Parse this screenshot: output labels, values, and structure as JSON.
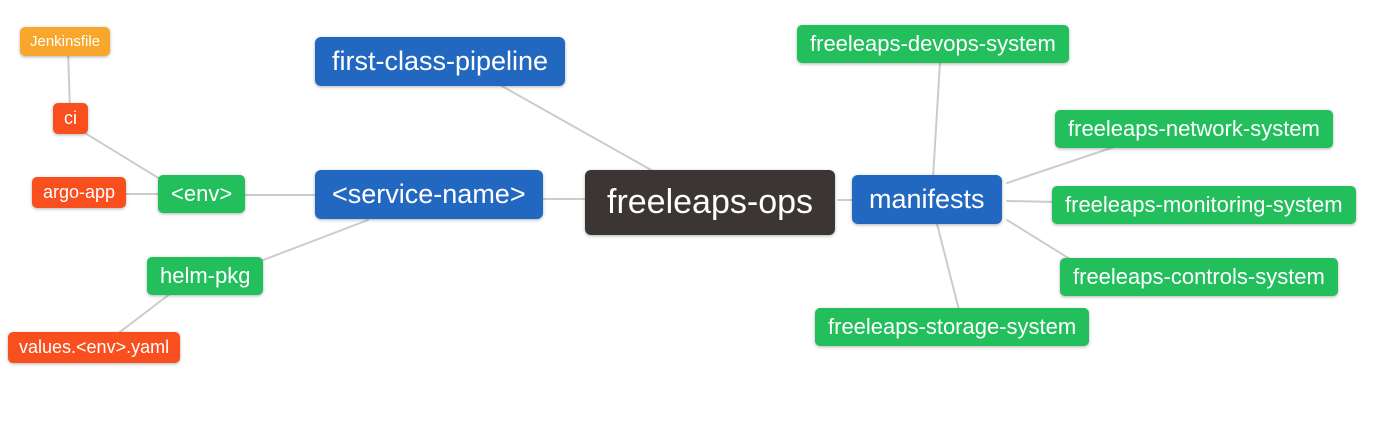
{
  "diagram": {
    "type": "mindmap",
    "background": "#ffffff",
    "connector_color": "#cccccc",
    "palette": {
      "root": "#3b3634",
      "branch_blue": "#2368c0",
      "green": "#22bf5c",
      "orange": "#f9a72c",
      "red_orange": "#f94e1e",
      "text": "#ffffff"
    },
    "nodes": {
      "root": {
        "label": "freeleaps-ops"
      },
      "first_class_pipeline": {
        "label": "first-class-pipeline"
      },
      "service_name": {
        "label": "<service-name>"
      },
      "manifests": {
        "label": "manifests"
      },
      "env": {
        "label": "<env>"
      },
      "helm_pkg": {
        "label": "helm-pkg"
      },
      "ci": {
        "label": "ci"
      },
      "jenkinsfile": {
        "label": "Jenkinsfile"
      },
      "argo_app": {
        "label": "argo-app"
      },
      "values_env_yaml": {
        "label": "values.<env>.yaml"
      },
      "devops_system": {
        "label": "freeleaps-devops-system"
      },
      "network_system": {
        "label": "freeleaps-network-system"
      },
      "monitoring_system": {
        "label": "freeleaps-monitoring-system"
      },
      "controls_system": {
        "label": "freeleaps-controls-system"
      },
      "storage_system": {
        "label": "freeleaps-storage-system"
      }
    },
    "edges": [
      [
        "root",
        "first_class_pipeline"
      ],
      [
        "root",
        "service_name"
      ],
      [
        "root",
        "manifests"
      ],
      [
        "service_name",
        "env"
      ],
      [
        "service_name",
        "helm_pkg"
      ],
      [
        "env",
        "ci"
      ],
      [
        "env",
        "argo_app"
      ],
      [
        "ci",
        "jenkinsfile"
      ],
      [
        "helm_pkg",
        "values_env_yaml"
      ],
      [
        "manifests",
        "devops_system"
      ],
      [
        "manifests",
        "network_system"
      ],
      [
        "manifests",
        "monitoring_system"
      ],
      [
        "manifests",
        "controls_system"
      ],
      [
        "manifests",
        "storage_system"
      ]
    ]
  }
}
